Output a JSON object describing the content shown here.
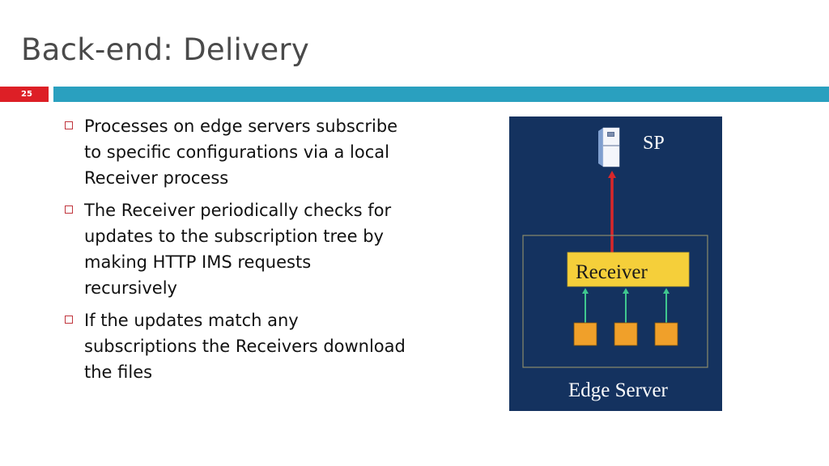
{
  "slide": {
    "title": "Back-end: Delivery",
    "number": "25"
  },
  "bullets": [
    {
      "text": "Processes on edge servers subscribe to specific configurations via a local Receiver process"
    },
    {
      "text": "The Receiver periodically checks for updates to the subscription tree by making HTTP IMS requests recursively"
    },
    {
      "text": "If the updates match any subscriptions the Receivers download the files"
    }
  ],
  "diagram": {
    "sp_label": "SP",
    "receiver_label": "Receiver",
    "edge_server_label": "Edge Server",
    "process_count": 3,
    "colors": {
      "background": "#14325f",
      "receiver": "#f5cf3a",
      "process": "#f0a02a",
      "request_arrow": "#d9272a",
      "process_arrow": "#3fc78f",
      "edge_border": "#8a8a6a"
    }
  },
  "colors": {
    "slide_number_bg": "#dd1f26",
    "accent_bar": "#2aa0bf",
    "bullet_box": "#c0343c",
    "title": "#4a4a4a"
  }
}
